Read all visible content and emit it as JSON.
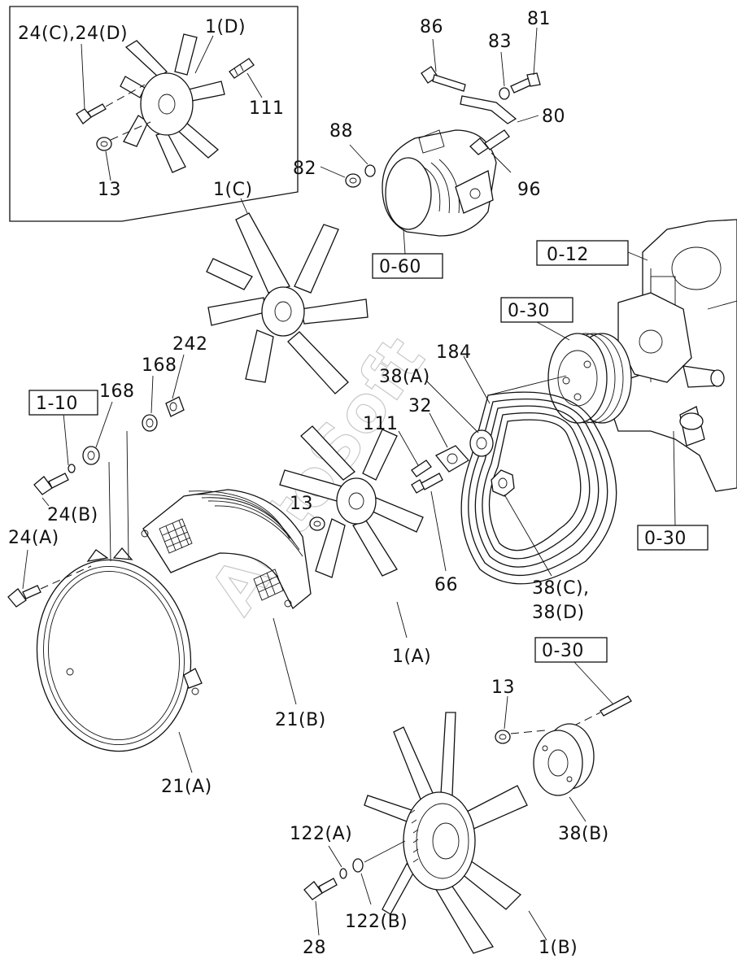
{
  "watermark": "AutoSoft",
  "labels": {
    "l_24cd": "24(C),24(D)",
    "l_1d": "1(D)",
    "l_111a": "111",
    "l_13a": "13",
    "l_86": "86",
    "l_83": "83",
    "l_81": "81",
    "l_80": "80",
    "l_88": "88",
    "l_82": "82",
    "l_96": "96",
    "l_1c": "1(C)",
    "l_060": "0-60",
    "l_012": "0-12",
    "l_030a": "0-30",
    "l_184": "184",
    "l_38a": "38(A)",
    "l_32": "32",
    "l_111b": "111",
    "l_242": "242",
    "l_168a": "168",
    "l_168b": "168",
    "l_110": "1-10",
    "l_24b": "24(B)",
    "l_24a": "24(A)",
    "l_13b": "13",
    "l_66": "66",
    "l_38c": "38(C),",
    "l_38d": "38(D)",
    "l_030b": "0-30",
    "l_1a": "1(A)",
    "l_030c": "0-30",
    "l_13c": "13",
    "l_21b": "21(B)",
    "l_21a": "21(A)",
    "l_38b": "38(B)",
    "l_122a": "122(A)",
    "l_122b": "122(B)",
    "l_28": "28",
    "l_1b": "1(B)"
  }
}
